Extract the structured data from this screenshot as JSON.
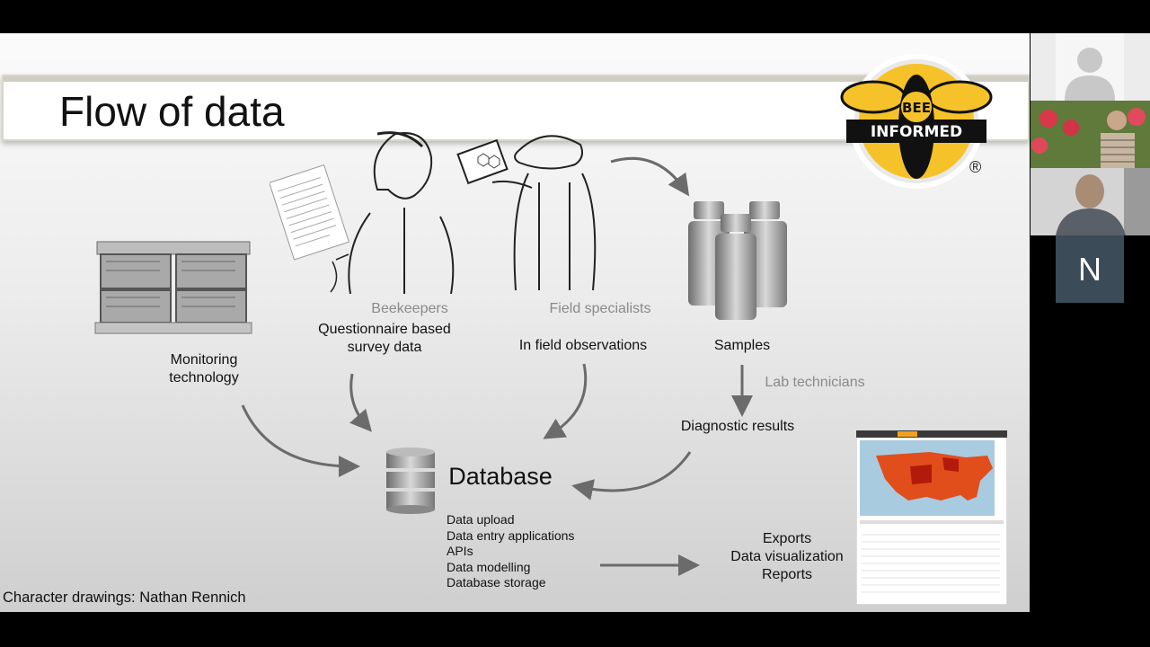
{
  "slide": {
    "title": "Flow of data",
    "logo": {
      "line1": "BEE",
      "line2": "INFORMED",
      "registered": "®"
    },
    "nodes": {
      "monitoring": "Monitoring\ntechnology",
      "beekeepers_role": "Beekeepers",
      "questionnaire": "Questionnaire based\nsurvey data",
      "field_role": "Field specialists",
      "field_obs": "In field observations",
      "samples": "Samples",
      "lab_role": "Lab technicians",
      "diagnostic": "Diagnostic results",
      "database": "Database",
      "outputs": "Exports\nData visualization\nReports"
    },
    "database_items": [
      "Data upload",
      "Data entry applications",
      "APIs",
      "Data modelling",
      "Database storage"
    ],
    "credit": "Character drawings: Nathan Rennich"
  },
  "participants": [
    {
      "name": "participant-1",
      "icon": "avatar-placeholder-icon"
    },
    {
      "name": "participant-2",
      "icon": "video-feed"
    },
    {
      "name": "participant-3",
      "icon": "video-feed"
    },
    {
      "name": "participant-4",
      "initial": "N",
      "color": "#3b4b57"
    }
  ],
  "colors": {
    "logo_yellow": "#f6c22a",
    "arrow": "#6b6b6b",
    "tile_n": "#3b4b57"
  }
}
